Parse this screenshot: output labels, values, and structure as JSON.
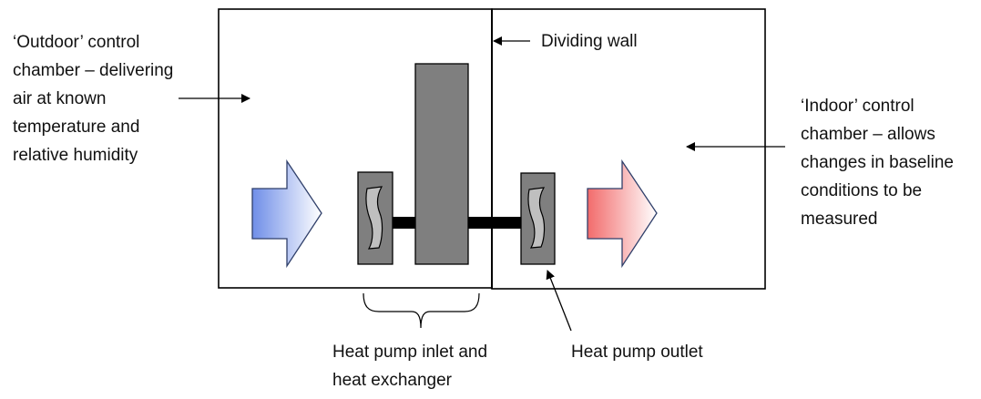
{
  "labels": {
    "outdoor_chamber": [
      "‘Outdoor’ control",
      "chamber – delivering",
      "air at known",
      "temperature and",
      "relative humidity"
    ],
    "indoor_chamber": [
      "‘Indoor’ control",
      "chamber – allows",
      "changes in baseline",
      "conditions to be",
      "measured"
    ],
    "dividing_wall": "Dividing wall",
    "heat_pump_inlet": [
      "Heat pump inlet and",
      "heat exchanger"
    ],
    "heat_pump_outlet": "Heat pump outlet"
  },
  "colors": {
    "cold_air_arrow": "#6f8ee8",
    "warm_air_arrow": "#f26b6b",
    "unit_fill": "#7f7f7f",
    "fan_fill": "#bfbfbf",
    "outline": "#000000"
  }
}
